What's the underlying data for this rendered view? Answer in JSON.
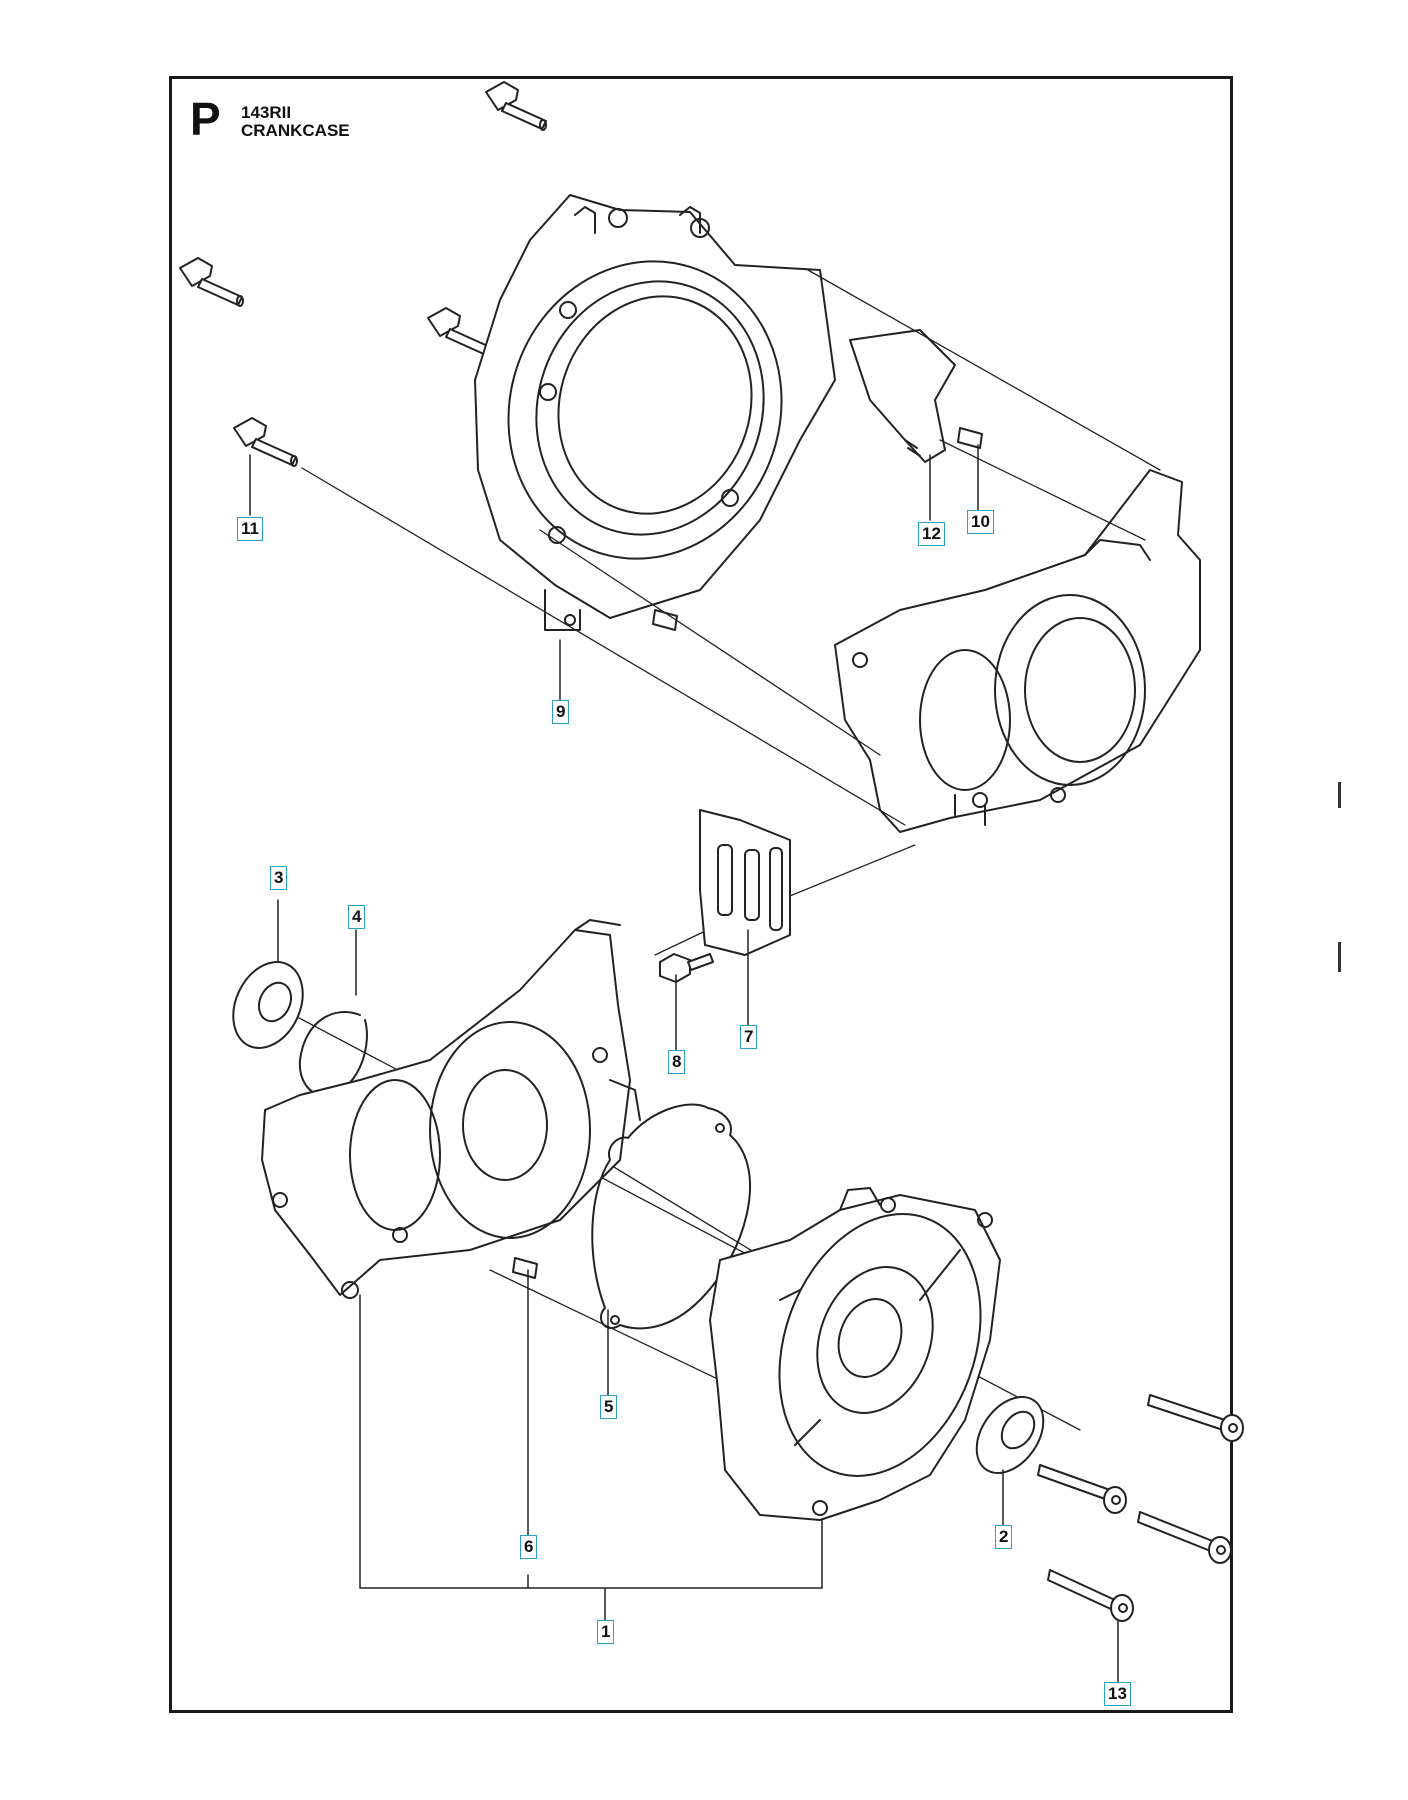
{
  "header": {
    "section_letter": "P",
    "model": "143RII",
    "title": "CRANKCASE"
  },
  "callouts": [
    {
      "id": "callout-1",
      "label": "1"
    },
    {
      "id": "callout-2",
      "label": "2"
    },
    {
      "id": "callout-3",
      "label": "3"
    },
    {
      "id": "callout-4",
      "label": "4"
    },
    {
      "id": "callout-5",
      "label": "5"
    },
    {
      "id": "callout-6",
      "label": "6"
    },
    {
      "id": "callout-7",
      "label": "7"
    },
    {
      "id": "callout-8",
      "label": "8"
    },
    {
      "id": "callout-9",
      "label": "9"
    },
    {
      "id": "callout-10",
      "label": "10"
    },
    {
      "id": "callout-11",
      "label": "11"
    },
    {
      "id": "callout-12",
      "label": "12"
    },
    {
      "id": "callout-13",
      "label": "13"
    }
  ],
  "colors": {
    "frame": "#1a1a1a",
    "callout_border": "#2aa0c8",
    "line_art": "#222222"
  }
}
